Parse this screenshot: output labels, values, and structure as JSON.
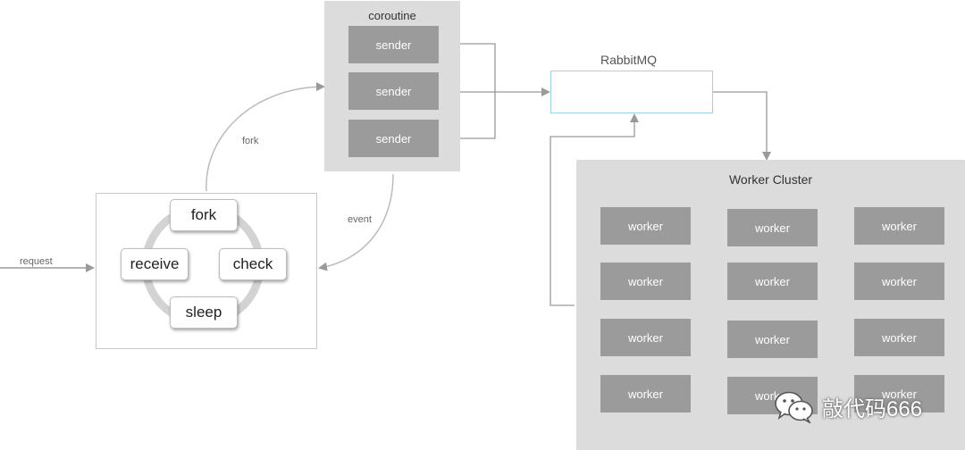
{
  "coroutine": {
    "title": "coroutine",
    "senders": [
      "sender",
      "sender",
      "sender"
    ]
  },
  "loop": {
    "states": {
      "fork": "fork",
      "receive": "receive",
      "check": "check",
      "sleep": "sleep"
    }
  },
  "labels": {
    "request": "request",
    "fork": "fork",
    "event": "event"
  },
  "rabbitmq": {
    "title": "RabbitMQ"
  },
  "cluster": {
    "title": "Worker Cluster",
    "workers": [
      "worker",
      "worker",
      "worker",
      "worker",
      "worker",
      "worker",
      "worker",
      "worker",
      "worker",
      "worker",
      "worker",
      "worker"
    ]
  },
  "watermark": {
    "text": "敲代码666",
    "icon": "wechat-icon"
  },
  "colors": {
    "panel": "#dcdcdc",
    "box": "#9b9b9b",
    "line": "#9a9a9a",
    "mq_border": "#9fd4e6"
  }
}
